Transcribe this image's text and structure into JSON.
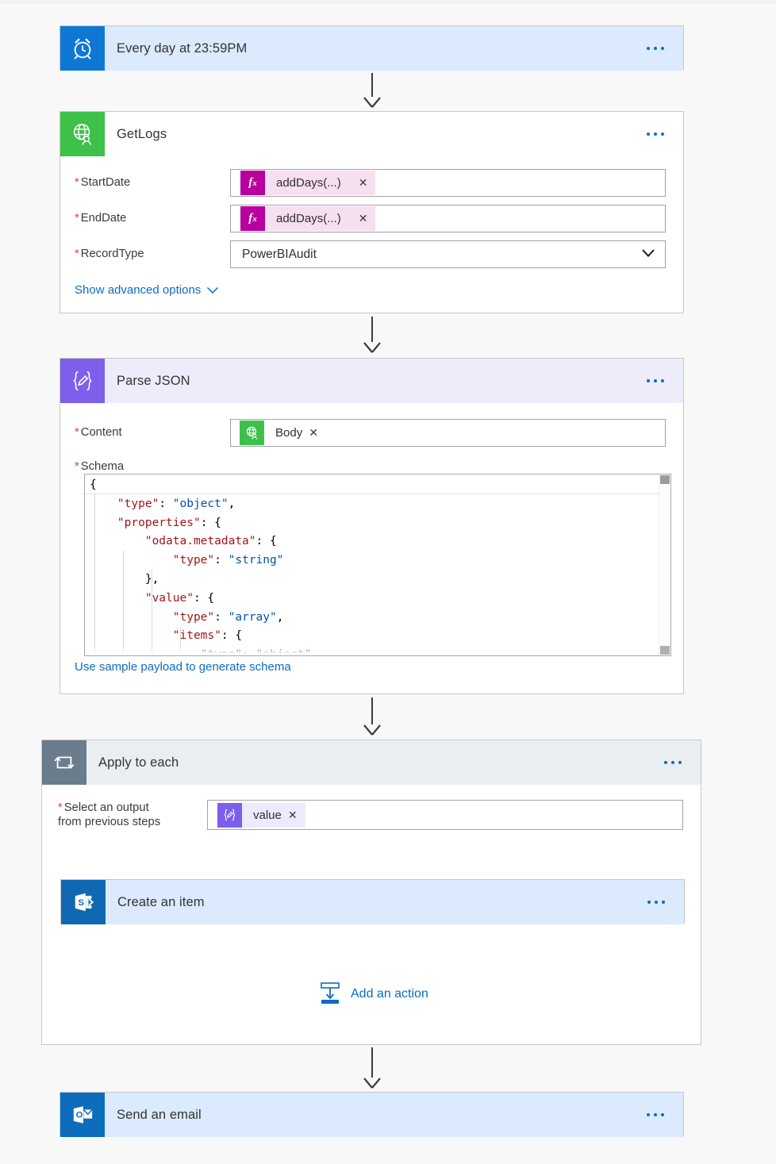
{
  "flow": {
    "steps": [
      {
        "id": "trigger",
        "title": "Every day at 23:59PM",
        "icon": "alarm-clock-icon",
        "icon_color": "#0f78d4",
        "header_color": "#dbeafc"
      },
      {
        "id": "getlogs",
        "title": "GetLogs",
        "icon": "globe-user-icon",
        "icon_color": "#3dc14b",
        "header_color": "#ffffff",
        "fields": [
          {
            "label": "StartDate",
            "required": true,
            "kind": "token",
            "token_icon": "fx-icon",
            "token_text": "addDays(...)"
          },
          {
            "label": "EndDate",
            "required": true,
            "kind": "token",
            "token_icon": "fx-icon",
            "token_text": "addDays(...)"
          },
          {
            "label": "RecordType",
            "required": true,
            "kind": "select",
            "value": "PowerBIAudit"
          }
        ],
        "advanced_link": "Show advanced options"
      },
      {
        "id": "parsejson",
        "title": "Parse JSON",
        "icon": "json-braces-pencil-icon",
        "icon_color": "#7d5fec",
        "header_color": "#ececfb",
        "content_label": "Content",
        "content_token_icon": "globe-user-icon",
        "content_token_text": "Body",
        "schema_label": "Schema",
        "schema_lines": [
          [
            {
              "t": "{",
              "c": "p"
            }
          ],
          [
            {
              "t": "    ",
              "c": "p"
            },
            {
              "t": "\"type\"",
              "c": "k"
            },
            {
              "t": ": ",
              "c": "p"
            },
            {
              "t": "\"object\"",
              "c": "s"
            },
            {
              "t": ",",
              "c": "p"
            }
          ],
          [
            {
              "t": "    ",
              "c": "p"
            },
            {
              "t": "\"properties\"",
              "c": "k"
            },
            {
              "t": ": {",
              "c": "p"
            }
          ],
          [
            {
              "t": "        ",
              "c": "p"
            },
            {
              "t": "\"odata.metadata\"",
              "c": "k"
            },
            {
              "t": ": {",
              "c": "p"
            }
          ],
          [
            {
              "t": "            ",
              "c": "p"
            },
            {
              "t": "\"type\"",
              "c": "k"
            },
            {
              "t": ": ",
              "c": "p"
            },
            {
              "t": "\"string\"",
              "c": "s"
            }
          ],
          [
            {
              "t": "        },",
              "c": "p"
            }
          ],
          [
            {
              "t": "        ",
              "c": "p"
            },
            {
              "t": "\"value\"",
              "c": "k"
            },
            {
              "t": ": {",
              "c": "p"
            }
          ],
          [
            {
              "t": "            ",
              "c": "p"
            },
            {
              "t": "\"type\"",
              "c": "k"
            },
            {
              "t": ": ",
              "c": "p"
            },
            {
              "t": "\"array\"",
              "c": "s"
            },
            {
              "t": ",",
              "c": "p"
            }
          ],
          [
            {
              "t": "            ",
              "c": "p"
            },
            {
              "t": "\"items\"",
              "c": "k"
            },
            {
              "t": ": {",
              "c": "p"
            }
          ],
          [
            {
              "t": "                ",
              "c": "p"
            },
            {
              "t": "\"type\"",
              "c": "k"
            },
            {
              "t": ": ",
              "c": "p"
            },
            {
              "t": "\"object\"",
              "c": "s"
            }
          ]
        ],
        "sample_link": "Use sample payload to generate schema"
      },
      {
        "id": "applytoeach",
        "title": "Apply to each",
        "icon": "loop-icon",
        "icon_color": "#6b7c8c",
        "header_color": "#ebeef1",
        "select_label_line1": "Select an output",
        "select_label_line2": "from previous steps",
        "select_token_icon": "json-braces-pencil-icon",
        "select_token_text": "value",
        "child": {
          "id": "createitem",
          "title": "Create an item",
          "icon": "sharepoint-icon",
          "icon_color": "#1068b2",
          "header_color": "#dbeafc"
        },
        "add_action_label": "Add an action",
        "add_action_icon": "add-action-icon"
      },
      {
        "id": "sendemail",
        "title": "Send an email",
        "icon": "outlook-icon",
        "icon_color": "#0e6cbd",
        "header_color": "#dbeafc"
      }
    ]
  },
  "colors": {
    "accent": "#0f6cbd",
    "required": "#e13b3b",
    "token_fx": "#b8009e",
    "token_fx_bg": "#f6dff0",
    "token_value_bg": "#eeeafe",
    "page_bg": "#f8f8f8",
    "code_key": "#a31515",
    "code_string": "#0451a5"
  }
}
